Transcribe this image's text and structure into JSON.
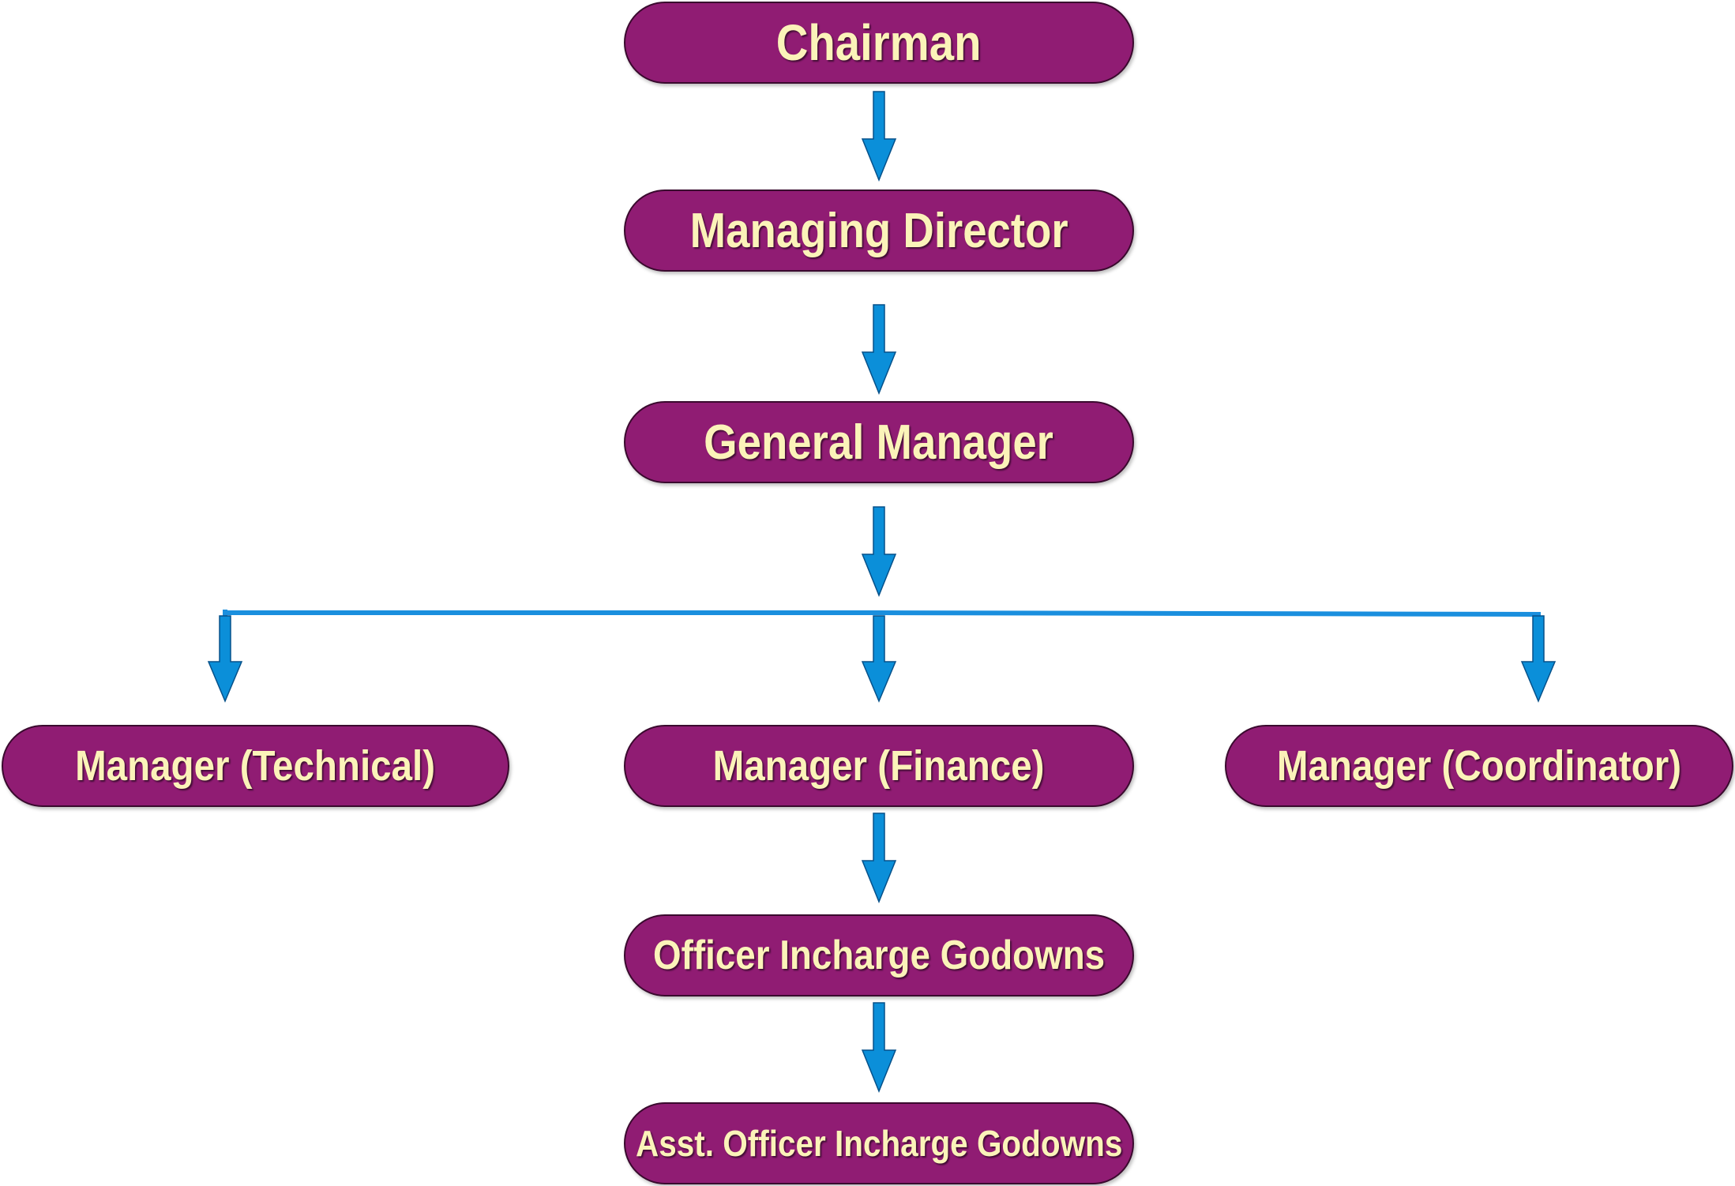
{
  "diagram": {
    "nodes": {
      "chairman": "Chairman",
      "managing_director": "Managing Director",
      "general_manager": "General Manager",
      "manager_technical": "Manager (Technical)",
      "manager_finance": "Manager (Finance)",
      "manager_coordinator": "Manager (Coordinator)",
      "officer_incharge": "Officer Incharge Godowns",
      "asst_officer_incharge": "Asst. Officer Incharge Godowns"
    },
    "edges": [
      [
        "chairman",
        "managing_director"
      ],
      [
        "managing_director",
        "general_manager"
      ],
      [
        "general_manager",
        "manager_technical"
      ],
      [
        "general_manager",
        "manager_finance"
      ],
      [
        "general_manager",
        "manager_coordinator"
      ],
      [
        "manager_finance",
        "officer_incharge"
      ],
      [
        "officer_incharge",
        "asst_officer_incharge"
      ]
    ]
  },
  "colors": {
    "node_fill": "#901c73",
    "node_text": "#fbf3b9",
    "arrow_fill": "#0b8fd9",
    "arrow_stroke": "#06518a",
    "connector_line": "#1a8fde"
  }
}
